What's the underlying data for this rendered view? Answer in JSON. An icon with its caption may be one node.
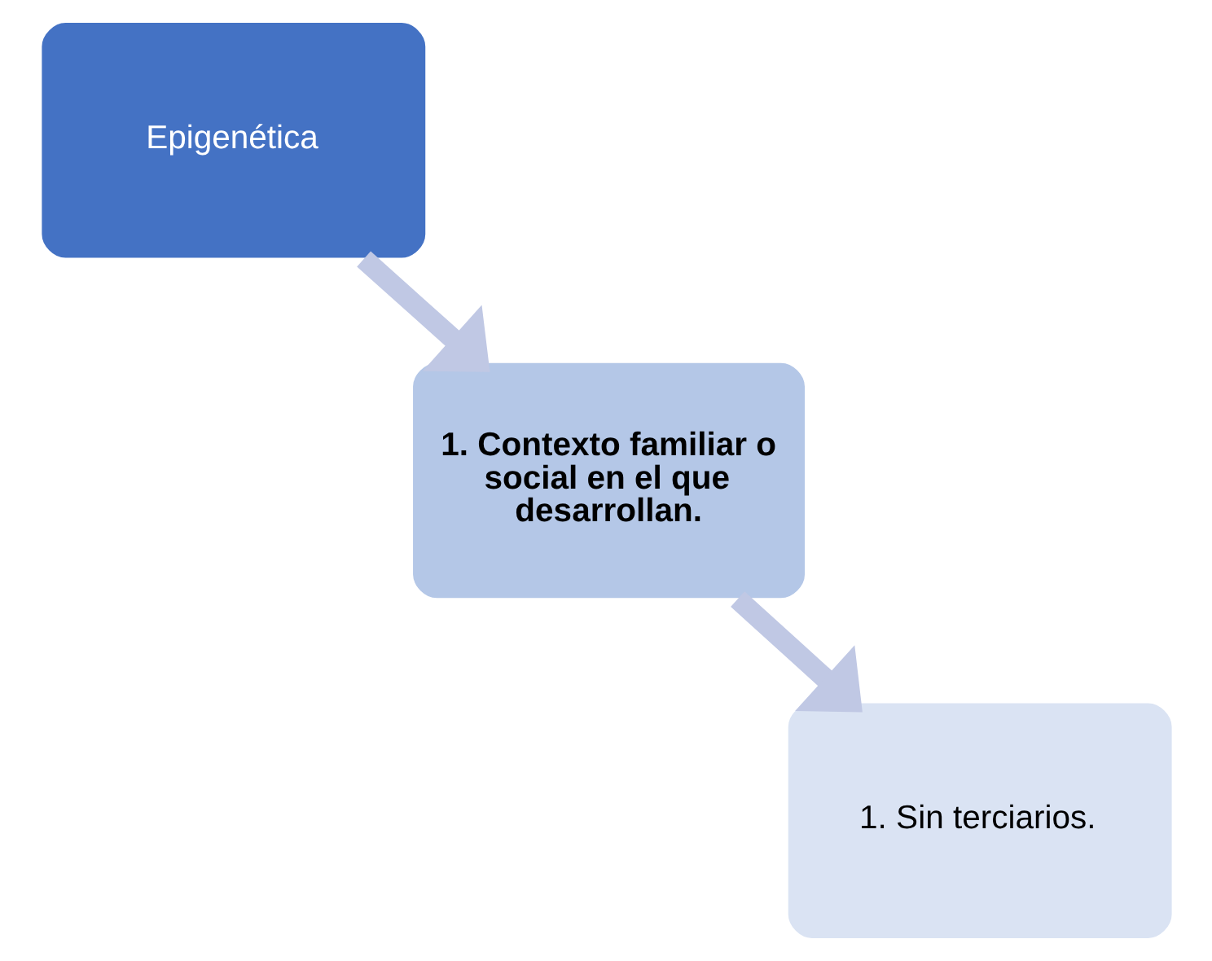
{
  "diagram": {
    "nodes": [
      {
        "text": [
          "Epigenética"
        ]
      },
      {
        "text": [
          "1. Contexto familiar o social en el que desarrollan."
        ]
      },
      {
        "text": [
          "1. Sin terciarios."
        ]
      }
    ],
    "edges": [
      {
        "from": 0,
        "to": 1,
        "arrow": "to"
      },
      {
        "from": 1,
        "to": 2,
        "arrow": "to"
      }
    ]
  }
}
